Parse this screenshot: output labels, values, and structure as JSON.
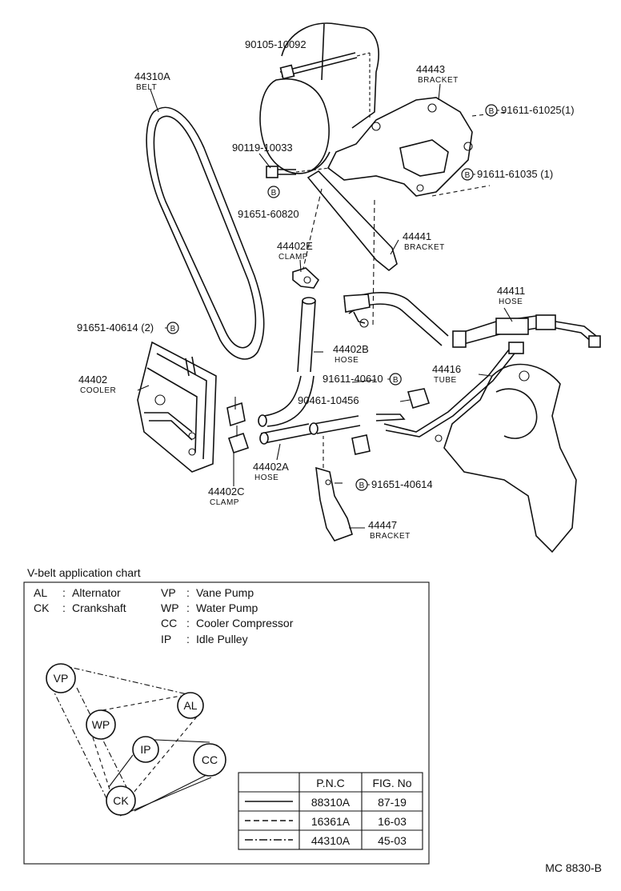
{
  "diagram": {
    "parts": [
      {
        "id": "p-90105-10092",
        "number": "90105-10092",
        "desc": ""
      },
      {
        "id": "p-44443",
        "number": "44443",
        "desc": "BRACKET"
      },
      {
        "id": "p-44310A",
        "number": "44310A",
        "desc": "BELT"
      },
      {
        "id": "p-91611-61025",
        "number": "91611-61025(1)",
        "desc": "",
        "marker": "B"
      },
      {
        "id": "p-90119-10033",
        "number": "90119-10033",
        "desc": ""
      },
      {
        "id": "p-91611-61035",
        "number": "91611-61035 (1)",
        "desc": "",
        "marker": "B"
      },
      {
        "id": "p-91651-60820",
        "number": "91651-60820",
        "desc": "",
        "marker": "B"
      },
      {
        "id": "p-44402E",
        "number": "44402E",
        "desc": "CLAMP"
      },
      {
        "id": "p-44441",
        "number": "44441",
        "desc": "BRACKET"
      },
      {
        "id": "p-44411",
        "number": "44411",
        "desc": "HOSE"
      },
      {
        "id": "p-91651-40614-2",
        "number": "91651-40614 (2)",
        "desc": "",
        "marker": "B"
      },
      {
        "id": "p-44402B",
        "number": "44402B",
        "desc": "HOSE"
      },
      {
        "id": "p-44402",
        "number": "44402",
        "desc": "COOLER"
      },
      {
        "id": "p-91611-40610",
        "number": "91611-40610",
        "desc": "",
        "marker": "B"
      },
      {
        "id": "p-44416",
        "number": "44416",
        "desc": "TUBE"
      },
      {
        "id": "p-90461-10456",
        "number": "90461-10456",
        "desc": ""
      },
      {
        "id": "p-44402A",
        "number": "44402A",
        "desc": "HOSE"
      },
      {
        "id": "p-44402C",
        "number": "44402C",
        "desc": "CLAMP"
      },
      {
        "id": "p-91651-40614",
        "number": "91651-40614",
        "desc": "",
        "marker": "B"
      },
      {
        "id": "p-44447",
        "number": "44447",
        "desc": "BRACKET"
      }
    ],
    "figure_code": "MC 8830-B"
  },
  "vbelt_chart": {
    "title": "V-belt application chart",
    "legend": [
      {
        "code": "AL",
        "sep": ":",
        "name": "Alternator"
      },
      {
        "code": "CK",
        "sep": ":",
        "name": "Crankshaft"
      },
      {
        "code": "VP",
        "sep": ":",
        "name": "Vane Pump"
      },
      {
        "code": "WP",
        "sep": ":",
        "name": "Water Pump"
      },
      {
        "code": "CC",
        "sep": ":",
        "name": "Cooler Compressor"
      },
      {
        "code": "IP",
        "sep": ":",
        "name": "Idle Pulley"
      }
    ],
    "pulleys": [
      "VP",
      "WP",
      "AL",
      "IP",
      "CC",
      "CK"
    ],
    "table": {
      "headers": [
        "",
        "P.N.C",
        "FIG. No"
      ],
      "rows": [
        {
          "line_style": "solid",
          "pnc": "88310A",
          "fig": "87-19"
        },
        {
          "line_style": "dashed",
          "pnc": "16361A",
          "fig": "16-03"
        },
        {
          "line_style": "dash-dot",
          "pnc": "44310A",
          "fig": "45-03"
        }
      ]
    }
  }
}
